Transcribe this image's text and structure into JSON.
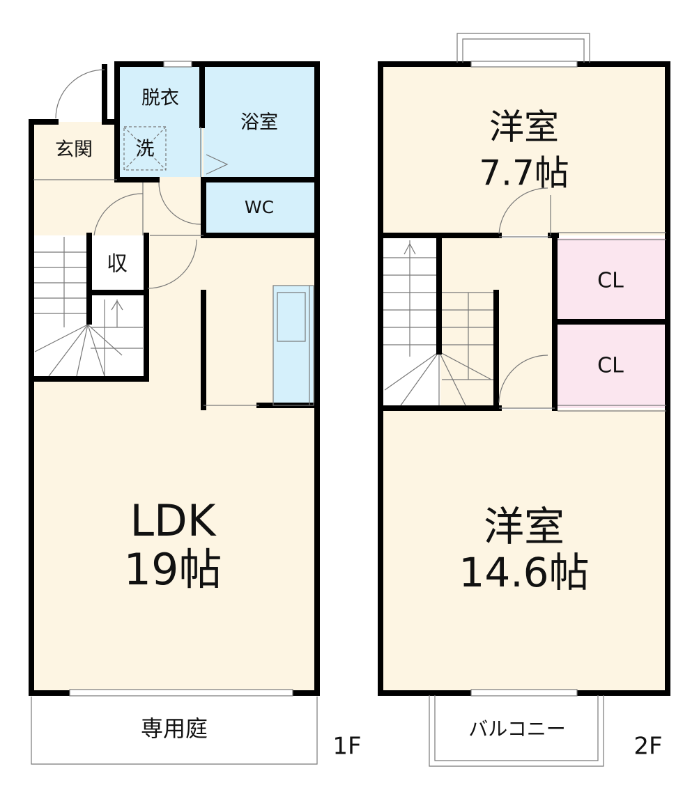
{
  "colors": {
    "wall": "#000000",
    "floor_living": "#fdf5e3",
    "wet_area": "#d5f0fb",
    "closet": "#fbe6ef",
    "line": "#777777"
  },
  "floor1": {
    "label": "1F",
    "rooms": {
      "entrance": "玄関",
      "dressing": "脱衣",
      "washer": "洗",
      "bath": "浴室",
      "wc": "WC",
      "storage": "収",
      "ldk": "LDK",
      "ldk_size": "19帖",
      "garden": "専用庭"
    }
  },
  "floor2": {
    "label": "2F",
    "rooms": {
      "western_top": "洋室",
      "western_top_size": "7.7帖",
      "closet_1": "CL",
      "closet_2": "CL",
      "western_bottom": "洋室",
      "western_bottom_size": "14.6帖",
      "balcony": "バルコニー"
    }
  }
}
